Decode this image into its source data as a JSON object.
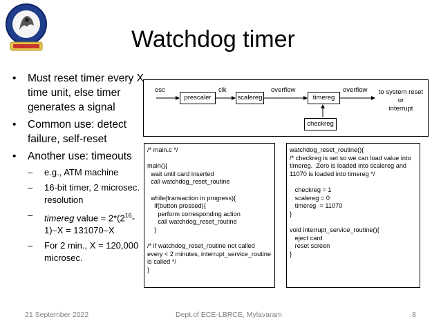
{
  "title": "Watchdog timer",
  "bullets": [
    {
      "text": "Must reset timer every X time unit, else timer generates a signal"
    },
    {
      "text": "Common use: detect failure, self-reset"
    },
    {
      "text": "Another use: timeouts"
    }
  ],
  "sub_bullets": [
    {
      "text": "e.g., ATM machine"
    },
    {
      "text": "16-bit timer, 2 microsec. resolution"
    },
    {
      "pre": "timereg",
      "mid": " value = 2*(2",
      "sup": "16",
      "post": "-1)–X = 131070–X"
    },
    {
      "text": "For 2 min., X = 120,000 microsec."
    }
  ],
  "diagram": {
    "osc": "osc",
    "clk": "clk",
    "overflow1": "overflow",
    "overflow2": "overflow",
    "prescaler": "prescaler",
    "scalereg": "scalereg",
    "timereg": "timereg",
    "checkreg": "checkreg",
    "output": "to system reset\nor\ninterrupt"
  },
  "code_main": "/* main.c */\n\nmain(){\n  wait until card inserted\n  call watchdog_reset_routine\n\n  while(transaction in progress){\n    if(button pressed){\n      perform corresponding action\n      call watchdog_reset_routine\n    }\n\n/* if watchdog_reset_routine not called\nevery < 2 minutes, interrupt_service_routine\nis called */\n}",
  "code_reset": "watchdog_reset_routine(){\n/* checkreg is set so we can load value into\ntimereg.  Zero is loaded into scalereg and\n11070 is loaded into timereg */\n\n   checkreg = 1\n   scalereg = 0\n   timereg  = 11070\n}\n\nvoid interrupt_service_routine(){\n   eject card\n   reset screen\n}",
  "footer": {
    "date": "21 September 2022",
    "dept": "Dept.of ECE-LBRCE, Mylavaram",
    "page": "8"
  }
}
